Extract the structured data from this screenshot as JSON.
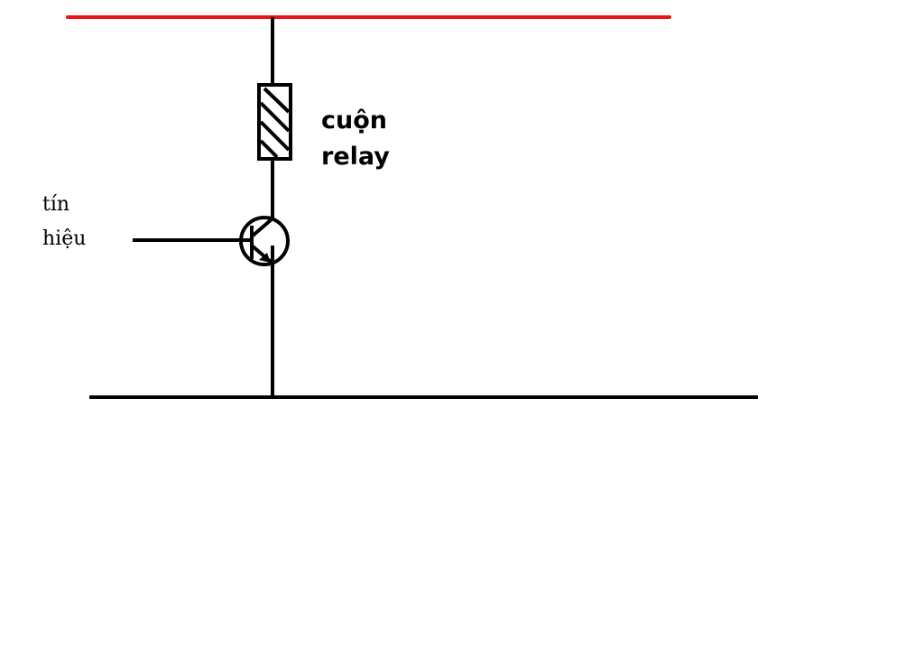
{
  "labels": {
    "relay_line1": "cuộn",
    "relay_line2": "relay",
    "signal_line1": "tín",
    "signal_line2": "hiệu"
  },
  "colors": {
    "supply_rail": "#e8141c",
    "wire": "#000000"
  }
}
